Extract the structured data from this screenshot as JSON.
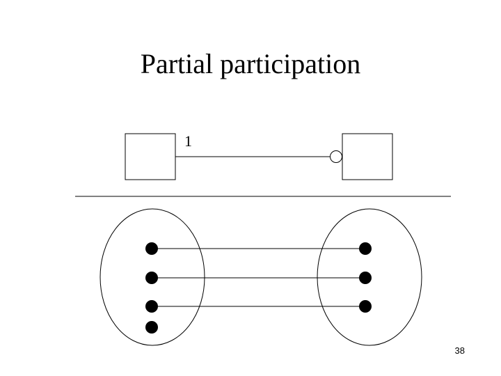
{
  "slide": {
    "title": "Partial participation",
    "page_number": "38"
  },
  "er_diagram": {
    "cardinality_label": "1"
  },
  "instance_diagram": {
    "left_set_entity_count": 4,
    "right_set_entity_count": 3,
    "link_count": 3
  }
}
